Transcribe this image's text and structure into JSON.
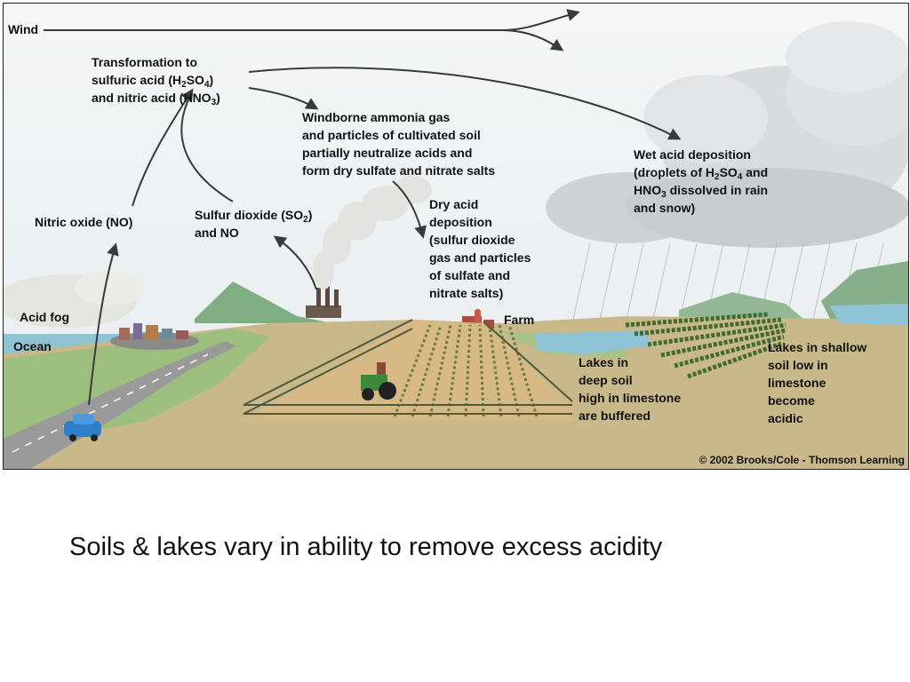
{
  "diagram": {
    "labels": {
      "wind": "Wind",
      "transformation": [
        "Transformation to",
        "sulfuric acid (H",
        "2",
        "SO",
        "4",
        ")",
        "and nitric acid (HNO",
        "3",
        ")"
      ],
      "windborne": [
        "Windborne ammonia gas",
        "and particles of cultivated soil",
        "partially neutralize acids and",
        "form dry sulfate and nitrate salts"
      ],
      "wet_deposition": [
        "Wet acid deposition",
        "(droplets of H",
        "2",
        "SO",
        "4",
        " and",
        "HNO",
        "3",
        " dissolved in rain",
        "and snow)"
      ],
      "nitric_oxide": "Nitric oxide (NO)",
      "sulfur_dioxide": [
        "Sulfur dioxide (SO",
        "2",
        ")",
        "and NO"
      ],
      "dry_deposition": [
        "Dry acid",
        "deposition",
        "(sulfur dioxide",
        "gas and particles",
        "of sulfate and",
        "nitrate salts)"
      ],
      "acid_fog": "Acid fog",
      "ocean": "Ocean",
      "farm": "Farm",
      "lakes_deep": [
        "Lakes in",
        "deep soil",
        "high in limestone",
        "are buffered"
      ],
      "lakes_shallow": [
        "Lakes in shallow",
        "soil low in",
        "limestone",
        "become",
        "acidic"
      ]
    },
    "credit": "© 2002 Brooks/Cole - Thomson Learning"
  },
  "caption": "Soils & lakes vary in ability to remove excess acidity"
}
